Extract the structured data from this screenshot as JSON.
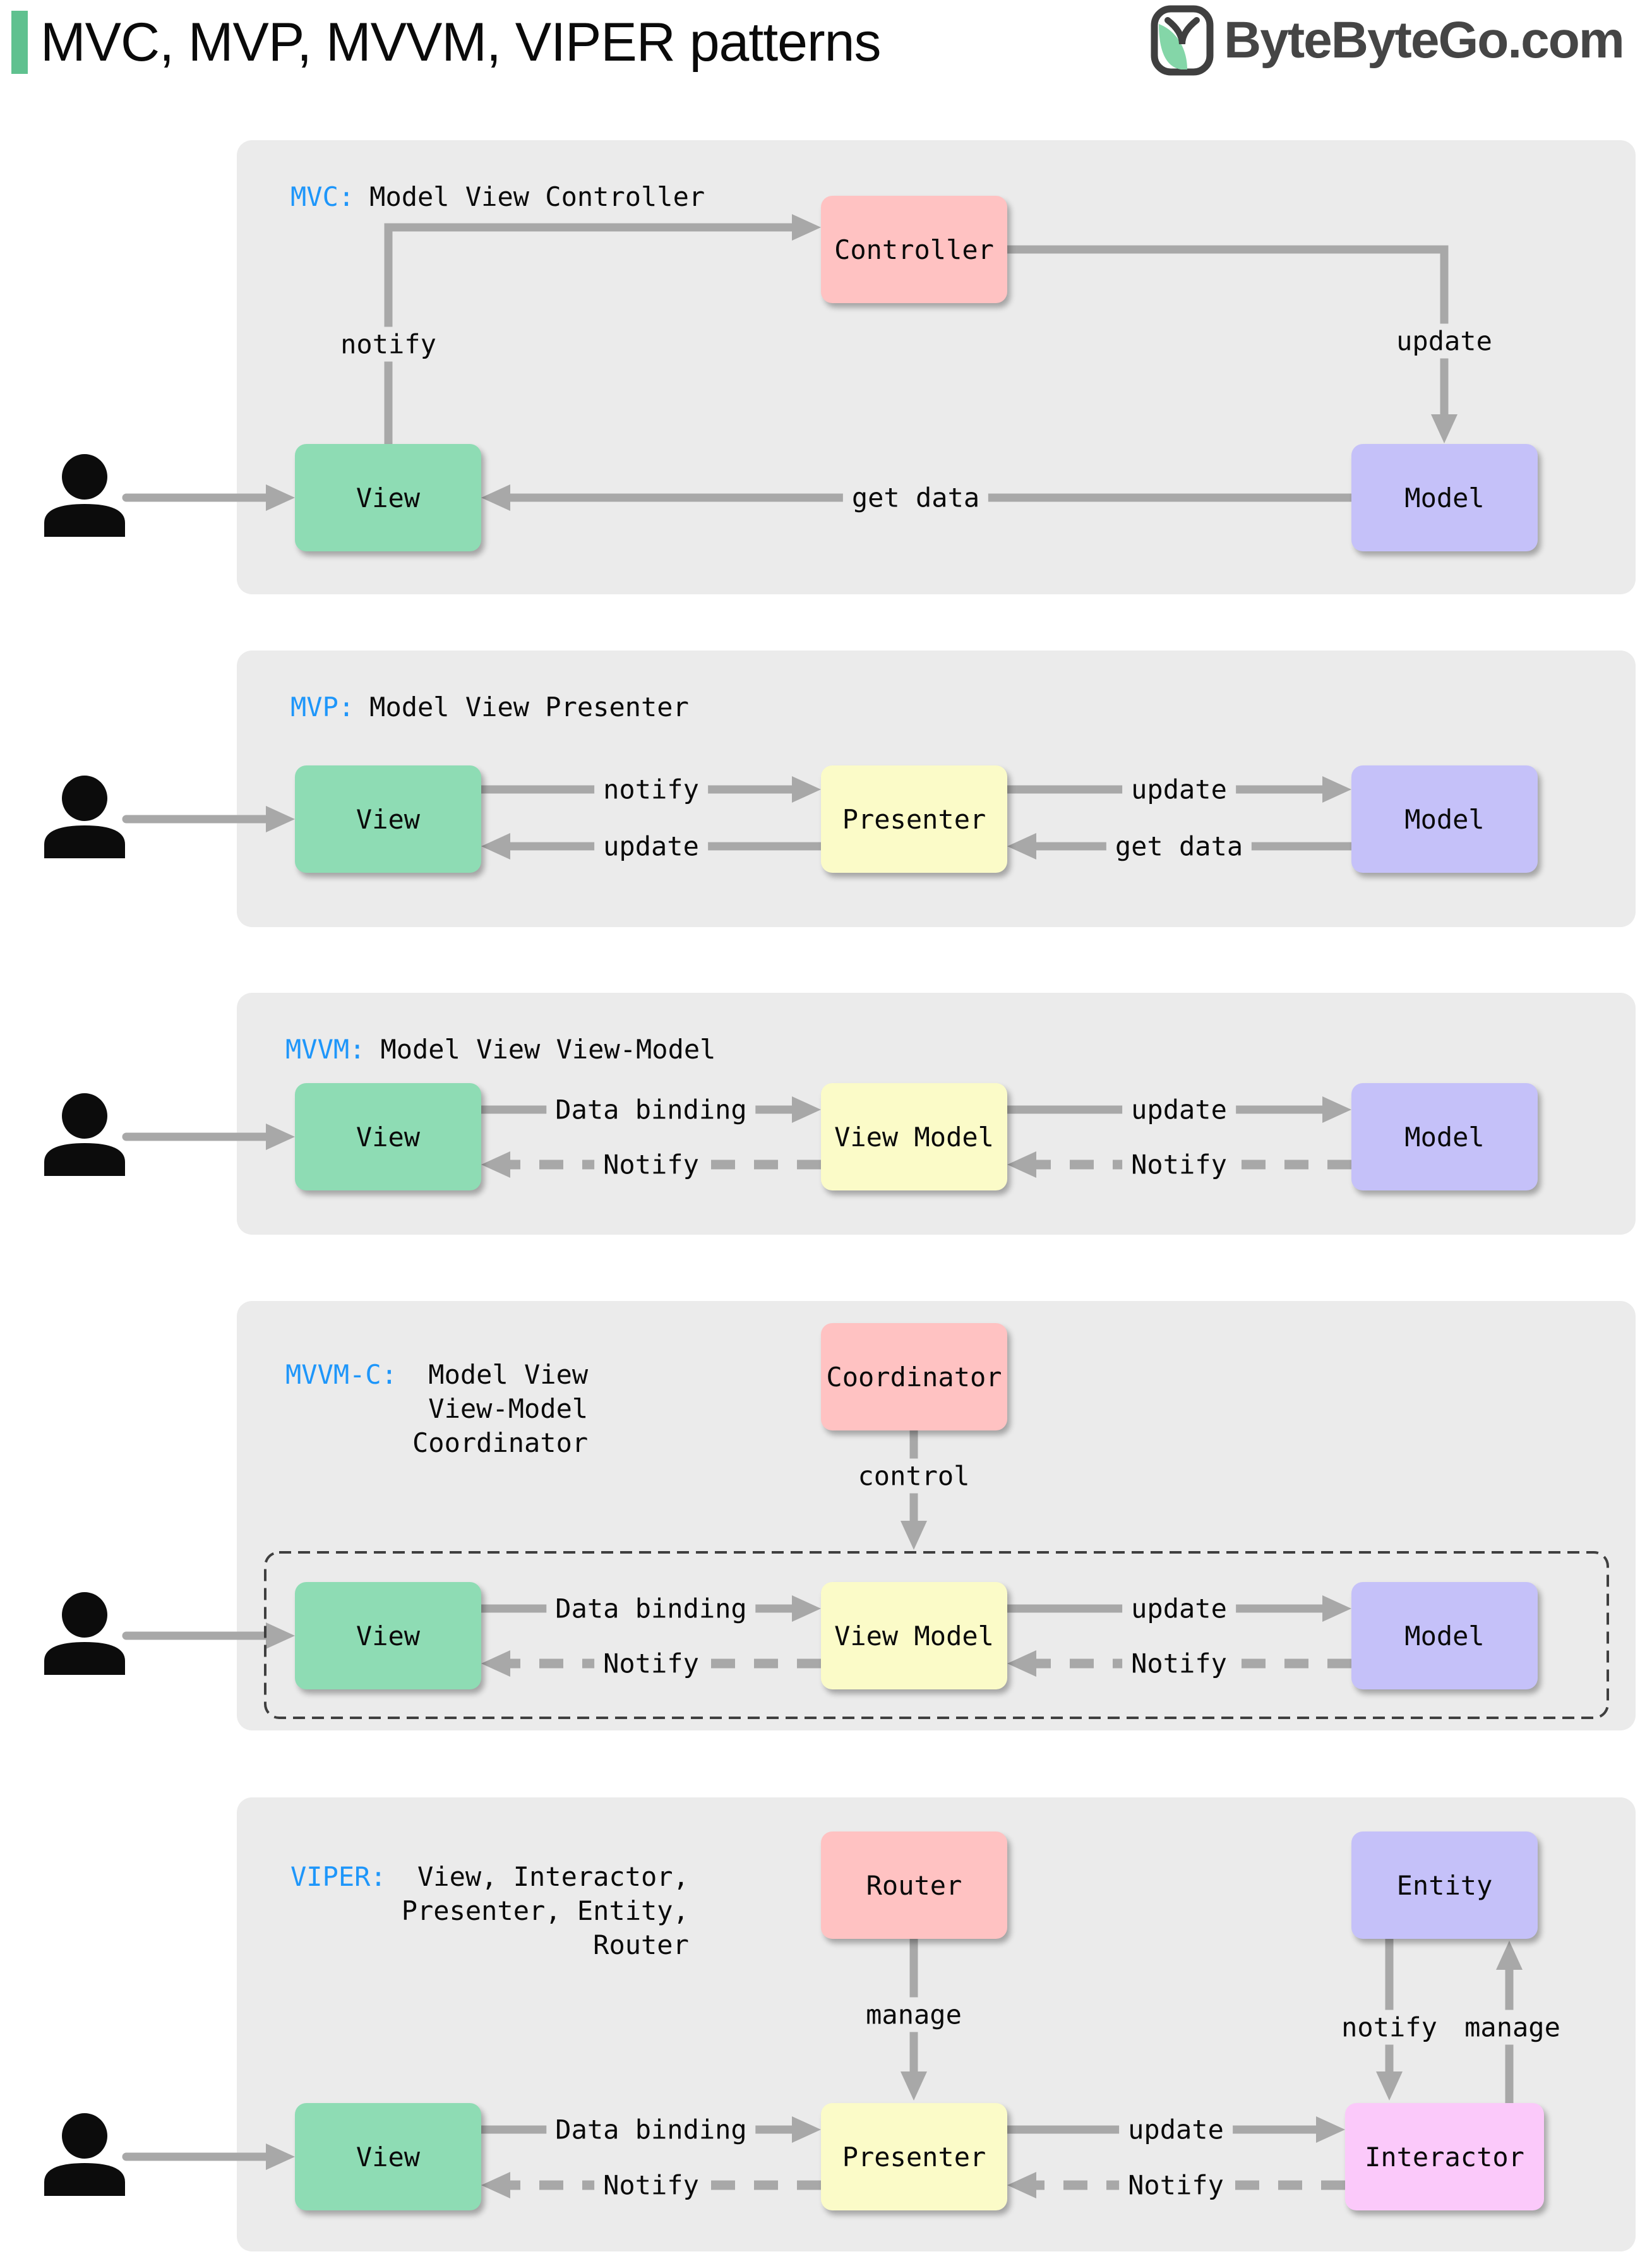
{
  "header": {
    "title": "MVC, MVP, MVVM, VIPER patterns",
    "brand": "ByteByteGo.com"
  },
  "colors": {
    "panel": "#ebebeb",
    "green": "#8edcb4",
    "pink": "#ffc2c2",
    "purple": "#c5c1f9",
    "yellow": "#fbfbc8",
    "magenta": "#fbc9fa",
    "arrow": "#a8a8a8",
    "blue": "#1e96fa",
    "accent": "#5fc18f",
    "brand": "#454545"
  },
  "icons": {
    "person": "person-icon",
    "logo": "bytebytego-logo-icon"
  },
  "panels": {
    "mvc": {
      "abbr": "MVC:",
      "name": "Model View Controller",
      "boxes": {
        "controller": "Controller",
        "view": "View",
        "model": "Model"
      },
      "labels": {
        "notify": "notify",
        "update": "update",
        "get_data": "get data"
      }
    },
    "mvp": {
      "abbr": "MVP:",
      "name": "Model View Presenter",
      "boxes": {
        "view": "View",
        "presenter": "Presenter",
        "model": "Model"
      },
      "labels": {
        "notify": "notify",
        "update_top": "update",
        "update_bottom": "update",
        "get_data": "get data"
      }
    },
    "mvvm": {
      "abbr": "MVVM:",
      "name": "Model View View-Model",
      "boxes": {
        "view": "View",
        "view_model": "View Model",
        "model": "Model"
      },
      "labels": {
        "data_binding": "Data binding",
        "update": "update",
        "notify_left": "Notify",
        "notify_right": "Notify"
      }
    },
    "mvvmc": {
      "abbr": "MVVM-C:",
      "name": "Model View\nView-Model\nCoordinator",
      "boxes": {
        "coordinator": "Coordinator",
        "view": "View",
        "view_model": "View Model",
        "model": "Model"
      },
      "labels": {
        "control": "control",
        "data_binding": "Data binding",
        "update": "update",
        "notify_left": "Notify",
        "notify_right": "Notify"
      }
    },
    "viper": {
      "abbr": "VIPER:",
      "name": "View, Interactor,\nPresenter, Entity,\nRouter",
      "boxes": {
        "router": "Router",
        "entity": "Entity",
        "view": "View",
        "presenter": "Presenter",
        "interactor": "Interactor"
      },
      "labels": {
        "manage_router": "manage",
        "notify_entity": "notify",
        "manage_entity": "manage",
        "data_binding": "Data binding",
        "update": "update",
        "notify_left": "Notify",
        "notify_right": "Notify"
      }
    }
  }
}
